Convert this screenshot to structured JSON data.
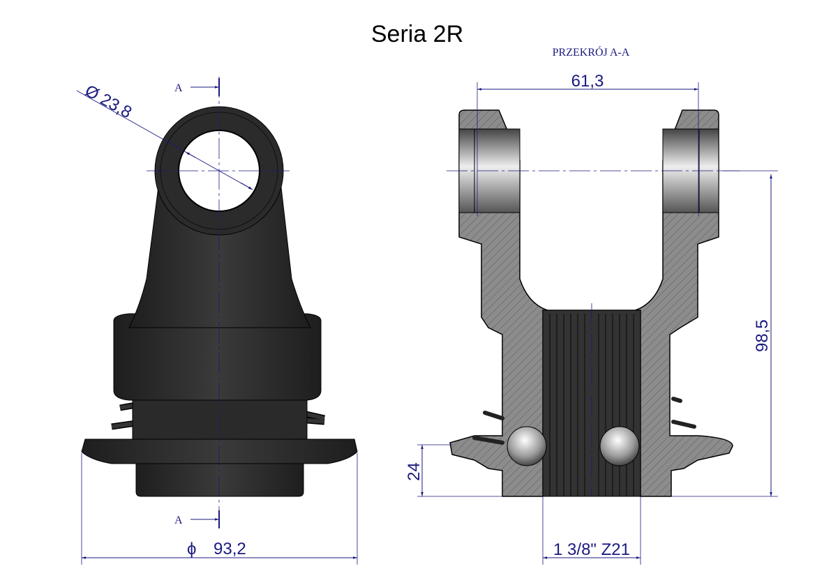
{
  "title": "Seria 2R",
  "section_label": "PRZEKRÓJ A-A",
  "section_marker": "A",
  "dimensions": {
    "hole_diameter": "Ø 23,8",
    "overall_diameter_symbol": "ϕ",
    "overall_diameter": "93,2",
    "arm_width": "61,3",
    "height": "98,5",
    "flange_height": "24",
    "spline": "1 3/8\" Z21"
  },
  "colors": {
    "dimension": "#1a1a80",
    "part": "#2e2e2e",
    "section": "#8a8a8a"
  }
}
